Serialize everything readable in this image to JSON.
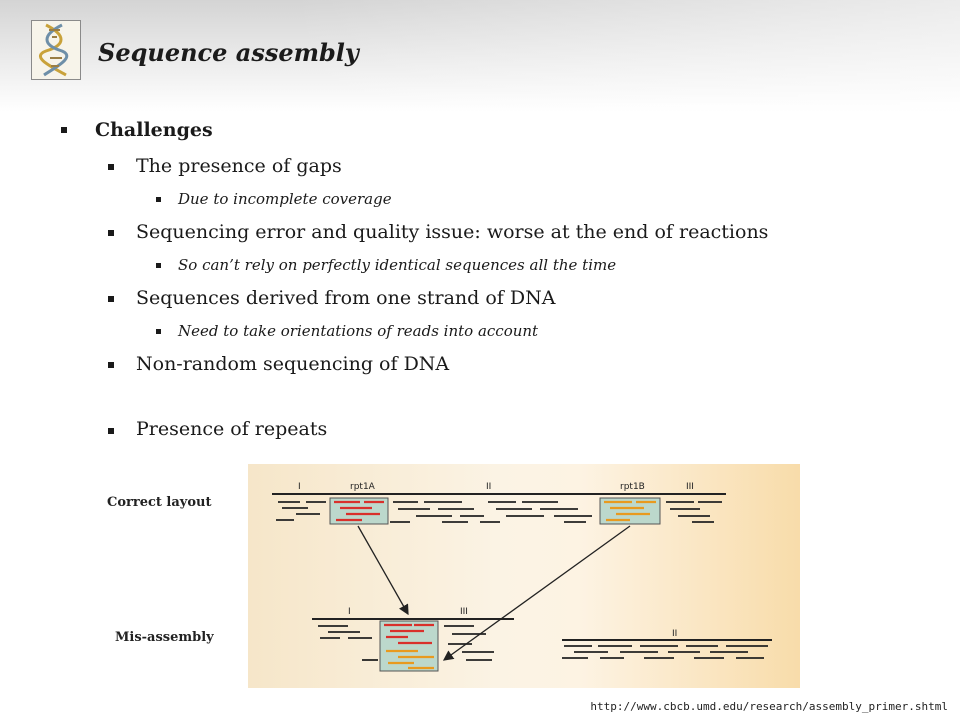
{
  "slide": {
    "title": "Sequence assembly",
    "logo_icon": "dna-helix-icon"
  },
  "bullets": {
    "challenges": "Challenges",
    "gaps": "The presence of gaps",
    "gaps_note": "Due to incomplete coverage",
    "errors": "Sequencing error and quality issue: worse at the end of reactions",
    "errors_note": "So can’t rely on perfectly identical sequences all the time",
    "strand": "Sequences derived from one strand of DNA",
    "strand_note": "Need to take orientations of reads into account",
    "nonrandom": "Non-random sequencing of DNA",
    "repeats": "Presence of repeats"
  },
  "figure": {
    "correct_label": "Correct layout",
    "misassembly_label": "Mis-assembly",
    "segment_I": "I",
    "segment_II": "II",
    "segment_III": "III",
    "repeat_a": "rpt1A",
    "repeat_b": "rpt1B",
    "colors": {
      "repeat_a_reads": "#d9302b",
      "repeat_b_reads": "#e89a1f",
      "repeat_box_fill": "#bcd8cc",
      "panel_warm": "#f8dcaa",
      "panel_light": "#fbf3e4"
    }
  },
  "source_url": "http://www.cbcb.umd.edu/research/assembly_primer.shtml"
}
